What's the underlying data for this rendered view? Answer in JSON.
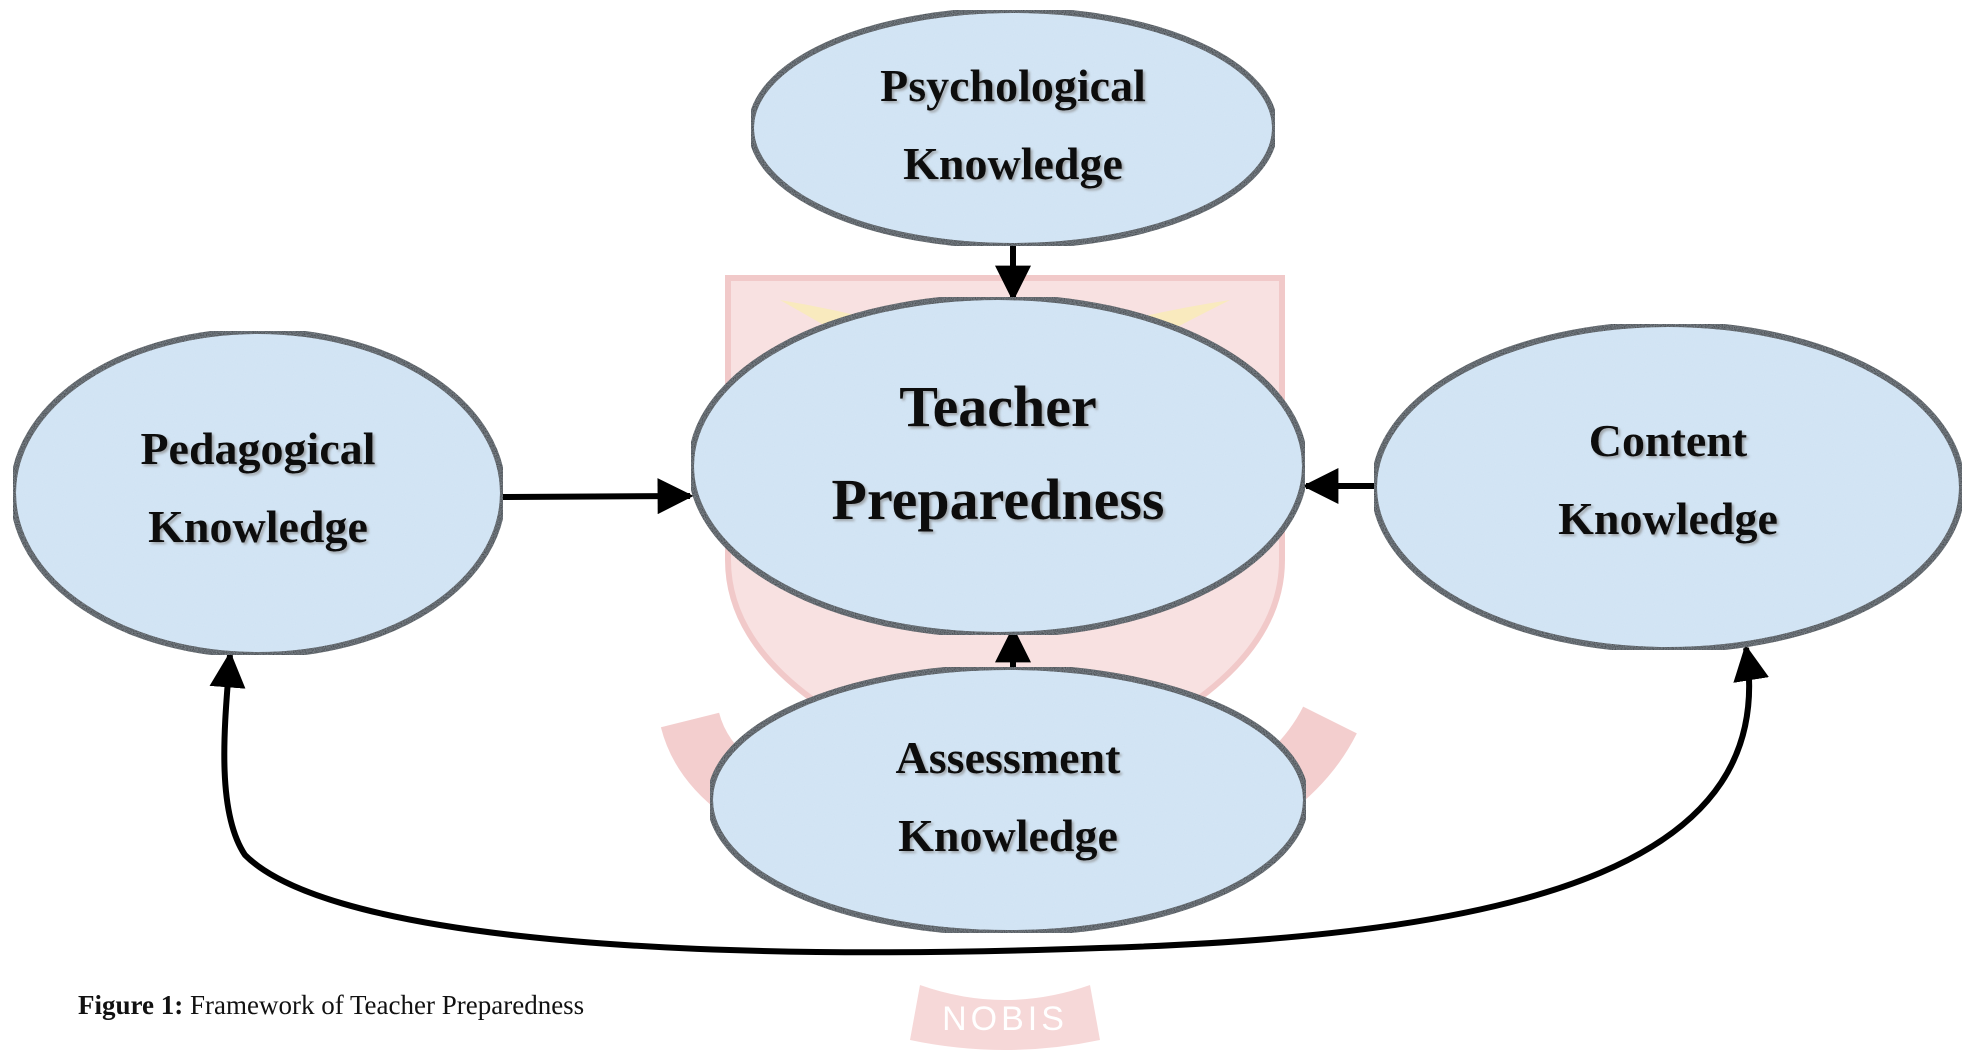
{
  "diagram": {
    "nodes": [
      {
        "id": "psychological",
        "lines": [
          "Psychological",
          "Knowledge"
        ]
      },
      {
        "id": "teacher",
        "lines": [
          "Teacher",
          "Preparedness"
        ]
      },
      {
        "id": "pedagogical",
        "lines": [
          "Pedagogical",
          "Knowledge"
        ]
      },
      {
        "id": "content",
        "lines": [
          "Content",
          "Knowledge"
        ]
      },
      {
        "id": "assessment",
        "lines": [
          "Assessment",
          "Knowledge"
        ]
      }
    ],
    "edges": [
      {
        "from": "psychological",
        "to": "teacher"
      },
      {
        "from": "pedagogical",
        "to": "teacher"
      },
      {
        "from": "content",
        "to": "teacher"
      },
      {
        "from": "assessment",
        "to": "teacher"
      },
      {
        "from": "content",
        "to": "pedagogical",
        "bidirectional": true
      }
    ],
    "colors": {
      "node_fill": "#cfe2f3",
      "node_stroke": "#000000",
      "arrow": "#000000",
      "watermark_red": "#f2c9c9",
      "watermark_gold": "#f7e3a6"
    }
  },
  "watermark": {
    "text": "NOBIS"
  },
  "caption": {
    "label": "Figure 1:",
    "text": " Framework of Teacher Preparedness"
  }
}
